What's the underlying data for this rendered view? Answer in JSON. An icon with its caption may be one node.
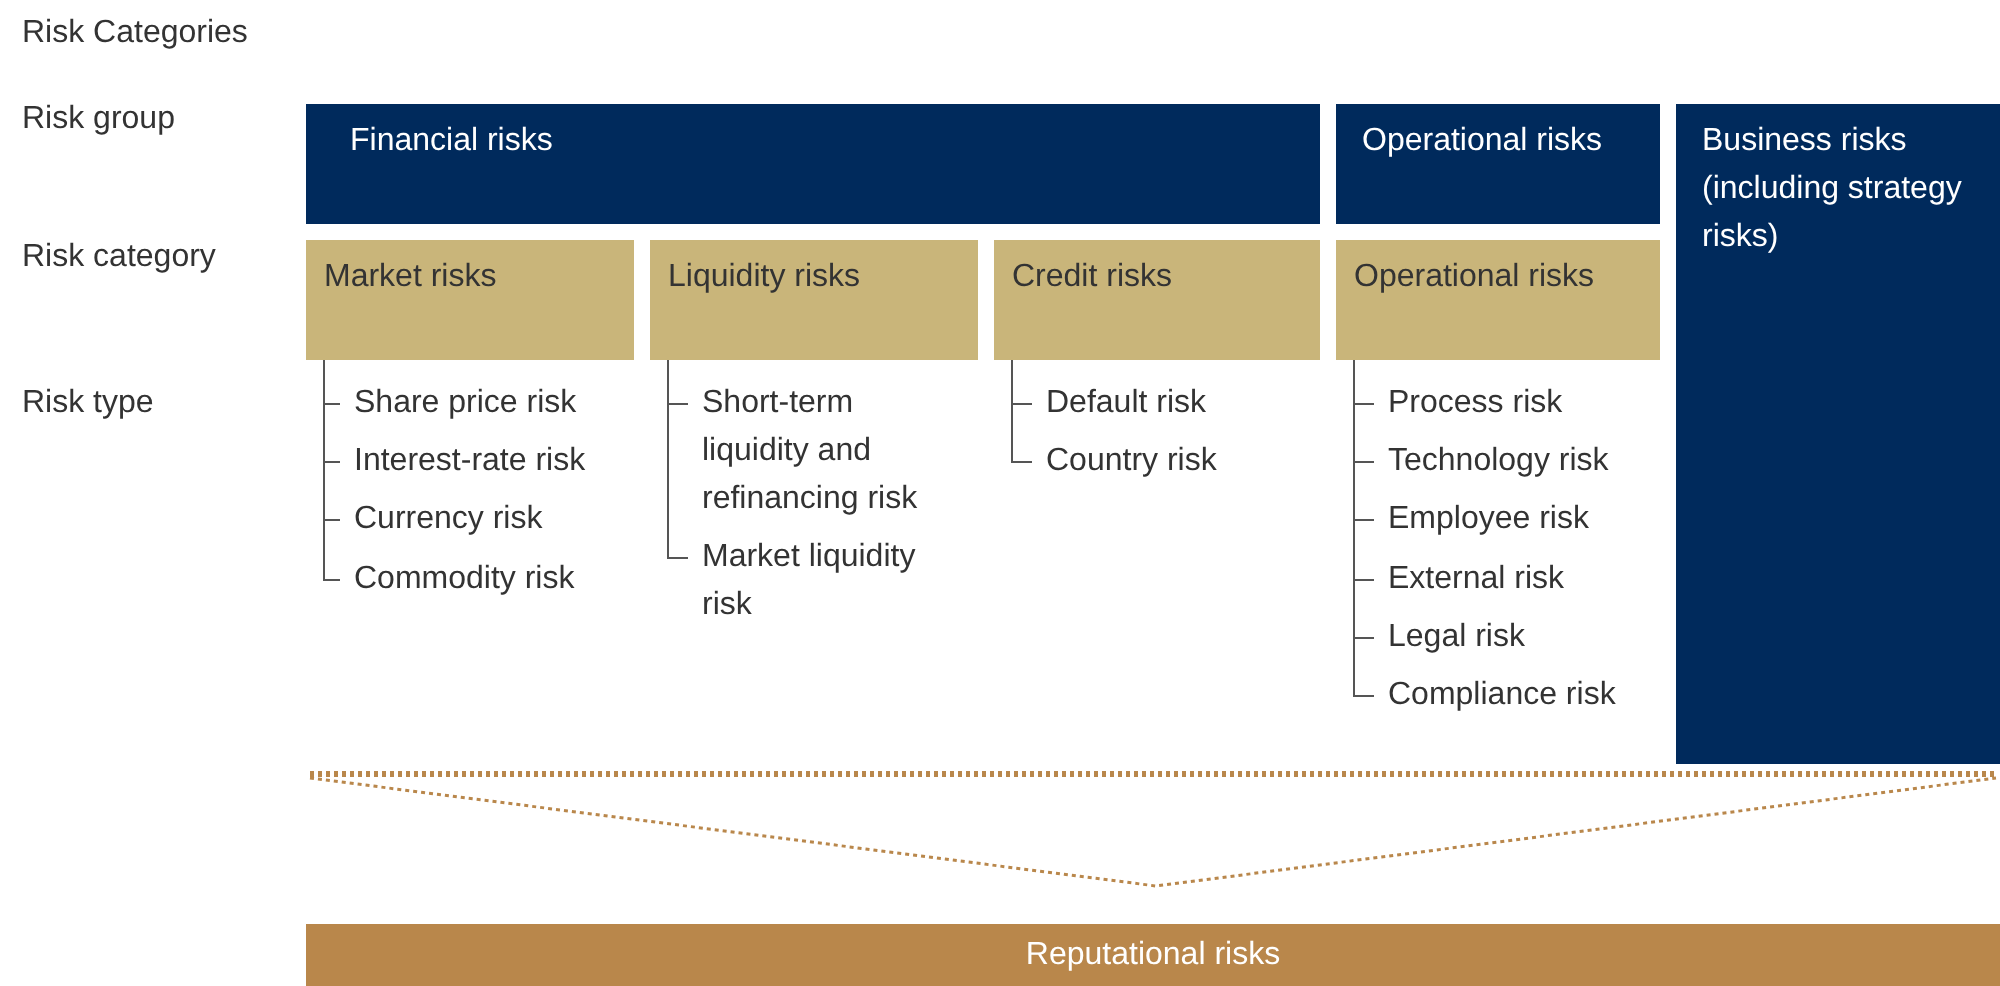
{
  "diagram": {
    "nodes": [
      {
        "text": [
          "Financial risks"
        ]
      },
      {
        "text": [
          "Operational risks"
        ]
      },
      {
        "text": [
          "Business risks",
          "(including strategy risks)"
        ]
      },
      {
        "text": [
          "Market risks"
        ]
      },
      {
        "text": [
          "Liquidity risks"
        ]
      },
      {
        "text": [
          "Credit risks"
        ]
      },
      {
        "text": [
          "Operational risks"
        ]
      },
      {
        "text": [
          "Share price risk"
        ]
      },
      {
        "text": [
          "Interest-rate risk"
        ]
      },
      {
        "text": [
          "Currency risk"
        ]
      },
      {
        "text": [
          "Commodity risk"
        ]
      },
      {
        "text": [
          "Short-term liquidity and refinancing risk"
        ]
      },
      {
        "text": [
          "Market liquidity risk"
        ]
      },
      {
        "text": [
          "Default risk"
        ]
      },
      {
        "text": [
          "Country risk"
        ]
      },
      {
        "text": [
          "Process risk"
        ]
      },
      {
        "text": [
          "Technology risk"
        ]
      },
      {
        "text": [
          "Employee risk"
        ]
      },
      {
        "text": [
          "External risk"
        ]
      },
      {
        "text": [
          "Legal risk"
        ]
      },
      {
        "text": [
          "Compliance risk"
        ]
      },
      {
        "text": [
          "Reputational risks"
        ]
      }
    ],
    "edges": [
      {
        "from": 3,
        "to": 7,
        "arrow": "none"
      },
      {
        "from": 3,
        "to": 8,
        "arrow": "none"
      },
      {
        "from": 3,
        "to": 9,
        "arrow": "none"
      },
      {
        "from": 3,
        "to": 10,
        "arrow": "none"
      },
      {
        "from": 4,
        "to": 11,
        "arrow": "none"
      },
      {
        "from": 4,
        "to": 12,
        "arrow": "none"
      },
      {
        "from": 5,
        "to": 13,
        "arrow": "none"
      },
      {
        "from": 5,
        "to": 14,
        "arrow": "none"
      },
      {
        "from": 6,
        "to": 15,
        "arrow": "none"
      },
      {
        "from": 6,
        "to": 16,
        "arrow": "none"
      },
      {
        "from": 6,
        "to": 17,
        "arrow": "none"
      },
      {
        "from": 6,
        "to": 18,
        "arrow": "none"
      },
      {
        "from": 6,
        "to": 19,
        "arrow": "none"
      },
      {
        "from": 6,
        "to": 20,
        "arrow": "none"
      }
    ],
    "labels": [
      "Risk Categories",
      "Risk group",
      "Risk category",
      "Risk type"
    ]
  }
}
